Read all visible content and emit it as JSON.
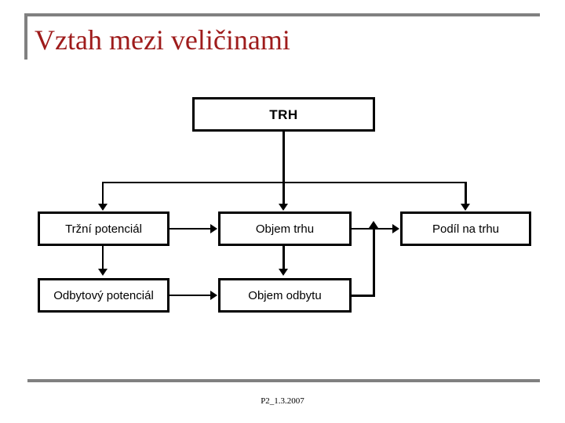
{
  "slide": {
    "title": "Vztah mezi veličinami",
    "title_color": "#9E1B1B",
    "rule_color": "#808080",
    "background": "#ffffff",
    "footer": "P2_1.3.2007"
  },
  "diagram": {
    "type": "flowchart",
    "node_border_color": "#000000",
    "node_fill": "#ffffff",
    "connector_color": "#000000",
    "nodes": [
      {
        "id": "trh",
        "label": "TRH"
      },
      {
        "id": "trzni-potencial",
        "label": "Tržní potenciál"
      },
      {
        "id": "objem-trhu",
        "label": "Objem trhu"
      },
      {
        "id": "podil-na-trhu",
        "label": "Podíl na trhu"
      },
      {
        "id": "odbytovy-potencial",
        "label": "Odbytový potenciál"
      },
      {
        "id": "objem-odbytu",
        "label": "Objem odbytu"
      }
    ],
    "edges": [
      {
        "from": "trh",
        "to": "trzni-potencial"
      },
      {
        "from": "trh",
        "to": "objem-trhu"
      },
      {
        "from": "trh",
        "to": "podil-na-trhu"
      },
      {
        "from": "trzni-potencial",
        "to": "objem-trhu"
      },
      {
        "from": "trzni-potencial",
        "to": "odbytovy-potencial"
      },
      {
        "from": "objem-trhu",
        "to": "podil-na-trhu"
      },
      {
        "from": "objem-trhu",
        "to": "objem-odbytu"
      },
      {
        "from": "odbytovy-potencial",
        "to": "objem-odbytu"
      },
      {
        "from": "objem-odbytu",
        "to": "podil-na-trhu"
      }
    ]
  }
}
